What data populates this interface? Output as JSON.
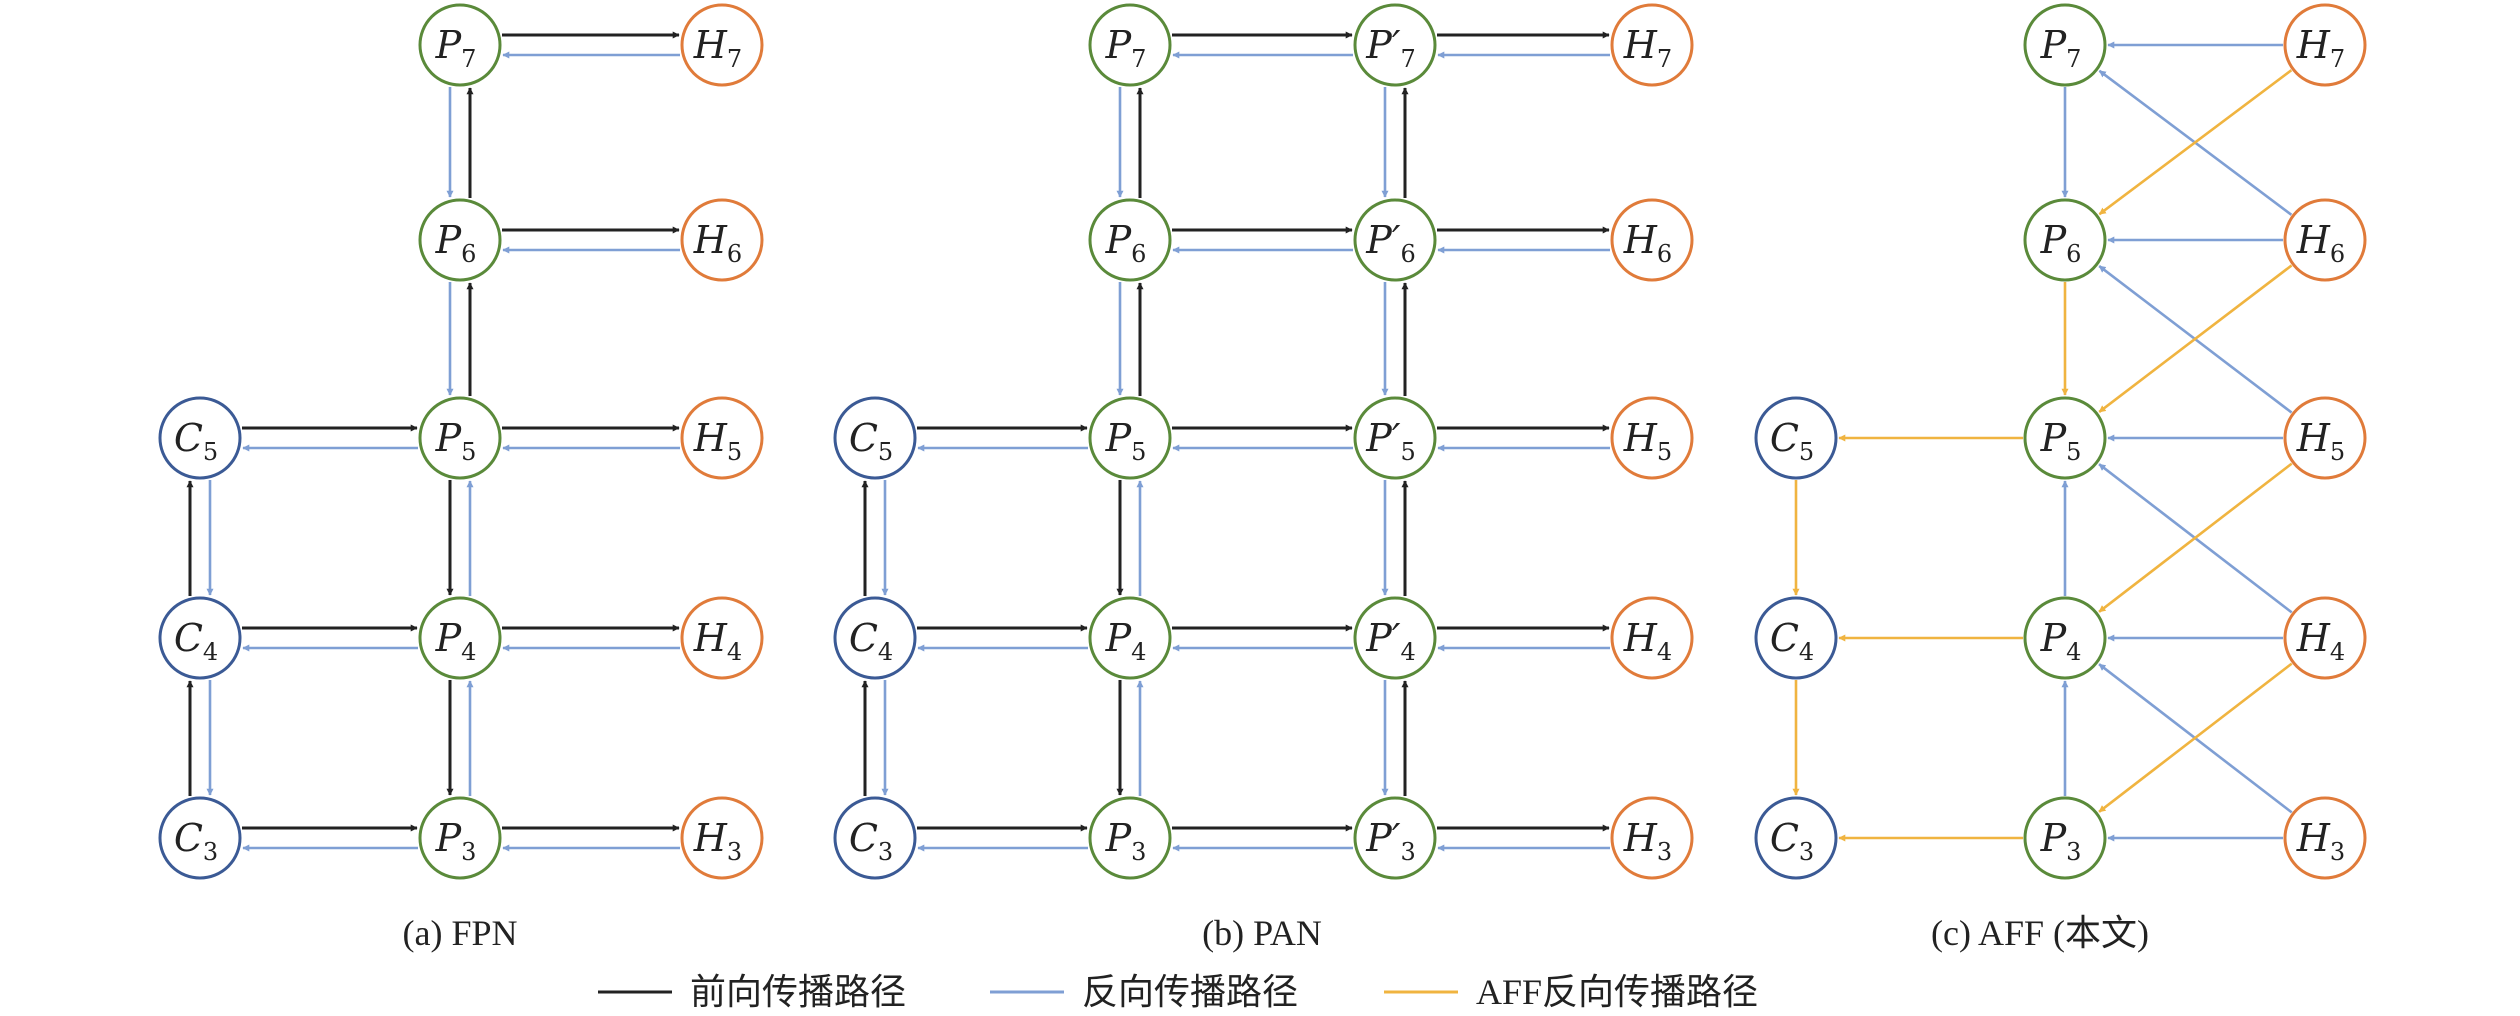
{
  "colors": {
    "forward": "#222222",
    "backward": "#7f9fd4",
    "aff": "#f0b440",
    "c_node": "#3b5a95",
    "p_node": "#5a8a3a",
    "h_node": "#e07b3a"
  },
  "panels": [
    {
      "caption": "(a) FPN",
      "nodes": [
        {
          "letter": "C",
          "prime": "",
          "sub": "3"
        },
        {
          "letter": "C",
          "prime": "",
          "sub": "4"
        },
        {
          "letter": "C",
          "prime": "",
          "sub": "5"
        },
        {
          "letter": "P",
          "prime": "",
          "sub": "3"
        },
        {
          "letter": "P",
          "prime": "",
          "sub": "4"
        },
        {
          "letter": "P",
          "prime": "",
          "sub": "5"
        },
        {
          "letter": "P",
          "prime": "",
          "sub": "6"
        },
        {
          "letter": "P",
          "prime": "",
          "sub": "7"
        },
        {
          "letter": "H",
          "prime": "",
          "sub": "3"
        },
        {
          "letter": "H",
          "prime": "",
          "sub": "4"
        },
        {
          "letter": "H",
          "prime": "",
          "sub": "5"
        },
        {
          "letter": "H",
          "prime": "",
          "sub": "6"
        },
        {
          "letter": "H",
          "prime": "",
          "sub": "7"
        }
      ]
    },
    {
      "caption": "(b) PAN",
      "nodes": [
        {
          "letter": "C",
          "prime": "",
          "sub": "3"
        },
        {
          "letter": "C",
          "prime": "",
          "sub": "4"
        },
        {
          "letter": "C",
          "prime": "",
          "sub": "5"
        },
        {
          "letter": "P",
          "prime": "",
          "sub": "3"
        },
        {
          "letter": "P",
          "prime": "",
          "sub": "4"
        },
        {
          "letter": "P",
          "prime": "",
          "sub": "5"
        },
        {
          "letter": "P",
          "prime": "",
          "sub": "6"
        },
        {
          "letter": "P",
          "prime": "",
          "sub": "7"
        },
        {
          "letter": "P",
          "prime": "′",
          "sub": "3"
        },
        {
          "letter": "P",
          "prime": "′",
          "sub": "4"
        },
        {
          "letter": "P",
          "prime": "′",
          "sub": "5"
        },
        {
          "letter": "P",
          "prime": "′",
          "sub": "6"
        },
        {
          "letter": "P",
          "prime": "′",
          "sub": "7"
        },
        {
          "letter": "H",
          "prime": "",
          "sub": "3"
        },
        {
          "letter": "H",
          "prime": "",
          "sub": "4"
        },
        {
          "letter": "H",
          "prime": "",
          "sub": "5"
        },
        {
          "letter": "H",
          "prime": "",
          "sub": "6"
        },
        {
          "letter": "H",
          "prime": "",
          "sub": "7"
        }
      ]
    },
    {
      "caption": "(c) AFF (本文)",
      "nodes": [
        {
          "letter": "C",
          "prime": "",
          "sub": "3"
        },
        {
          "letter": "C",
          "prime": "",
          "sub": "4"
        },
        {
          "letter": "C",
          "prime": "",
          "sub": "5"
        },
        {
          "letter": "P",
          "prime": "",
          "sub": "3"
        },
        {
          "letter": "P",
          "prime": "",
          "sub": "4"
        },
        {
          "letter": "P",
          "prime": "",
          "sub": "5"
        },
        {
          "letter": "P",
          "prime": "",
          "sub": "6"
        },
        {
          "letter": "P",
          "prime": "",
          "sub": "7"
        },
        {
          "letter": "H",
          "prime": "",
          "sub": "3"
        },
        {
          "letter": "H",
          "prime": "",
          "sub": "4"
        },
        {
          "letter": "H",
          "prime": "",
          "sub": "5"
        },
        {
          "letter": "H",
          "prime": "",
          "sub": "6"
        },
        {
          "letter": "H",
          "prime": "",
          "sub": "7"
        }
      ]
    }
  ],
  "legend": [
    {
      "label": "前向传播路径",
      "kind": "forward"
    },
    {
      "label": "反向传播路径",
      "kind": "backward"
    },
    {
      "label": "AFF反向传播路径",
      "kind": "aff"
    }
  ]
}
